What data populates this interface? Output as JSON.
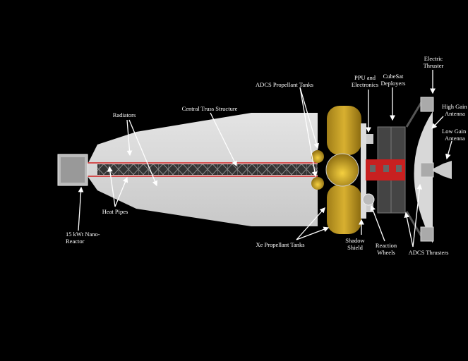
{
  "labels": {
    "electric_thruster": [
      "Electric",
      "Thruster"
    ],
    "high_gain_antenna": [
      "High Gain",
      "Antenna"
    ],
    "low_gain_antenna": [
      "Low Gain",
      "Antenna"
    ],
    "cubesat_deployers": [
      "CubeSat",
      "Deployers"
    ],
    "ppu_electronics": [
      "PPU and",
      "Electronics"
    ],
    "adcs_propellant_tanks": "ADCS Propellant Tanks",
    "central_truss": "Central Truss Structure",
    "radiators": "Radiators",
    "heat_pipes": "Heat Pipes",
    "nano_reactor": [
      "15 kWt Nano-",
      "Reactor"
    ],
    "xe_propellant_tanks": "Xe Propellant Tanks",
    "shadow_shield": [
      "Shadow",
      "Shield"
    ],
    "reaction_wheels": [
      "Reaction",
      "Wheels"
    ],
    "adcs_thrusters": "ADCS Thrusters"
  },
  "colors": {
    "background": "#000000",
    "radiator": "#d9d9d9",
    "gold": "#c9a020",
    "red": "#d02020",
    "truss": "#444444"
  }
}
